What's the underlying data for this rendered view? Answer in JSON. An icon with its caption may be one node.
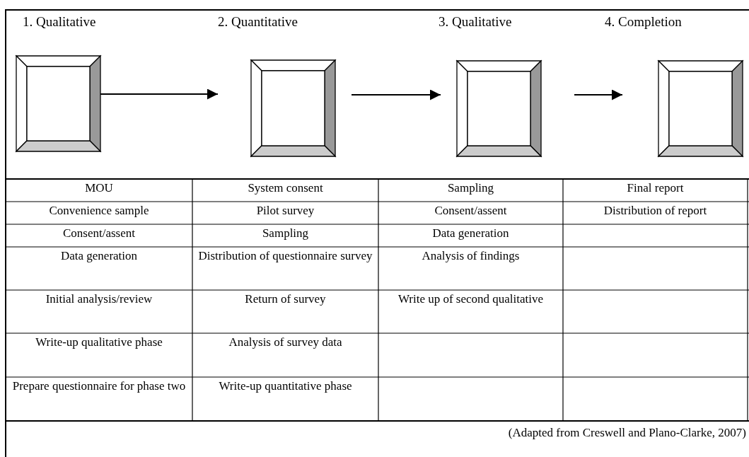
{
  "diagram": {
    "caption": "(Adapted from Creswell and Plano-Clarke, 2007)",
    "nodes": [
      {
        "text": [],
        "shape": "box"
      },
      {
        "text": [],
        "shape": "box"
      },
      {
        "text": [],
        "shape": "box"
      },
      {
        "text": [],
        "shape": "box"
      }
    ],
    "edges": [
      {
        "from": 0,
        "to": 1,
        "arrow": "to"
      },
      {
        "from": 1,
        "to": 2,
        "arrow": "to"
      },
      {
        "from": 2,
        "to": 3,
        "arrow": "to"
      }
    ],
    "labels": [
      "1. Qualitative",
      "2. Quantitative",
      "3. Qualitative",
      "4. Completion",
      "MOU",
      "System consent",
      "Sampling",
      "Final report",
      "Convenience sample",
      "Pilot survey",
      "Consent/assent",
      "Distribution of report",
      "Consent/assent",
      "Sampling",
      "Data generation",
      "Data generation",
      "Distribution of questionnaire survey",
      "Analysis of findings",
      "Initial analysis/review",
      "Return of survey",
      "Write up of second qualitative",
      "Write-up qualitative phase",
      "Analysis of survey data",
      "Prepare questionnaire for phase two",
      "Write-up quantitative phase"
    ]
  }
}
